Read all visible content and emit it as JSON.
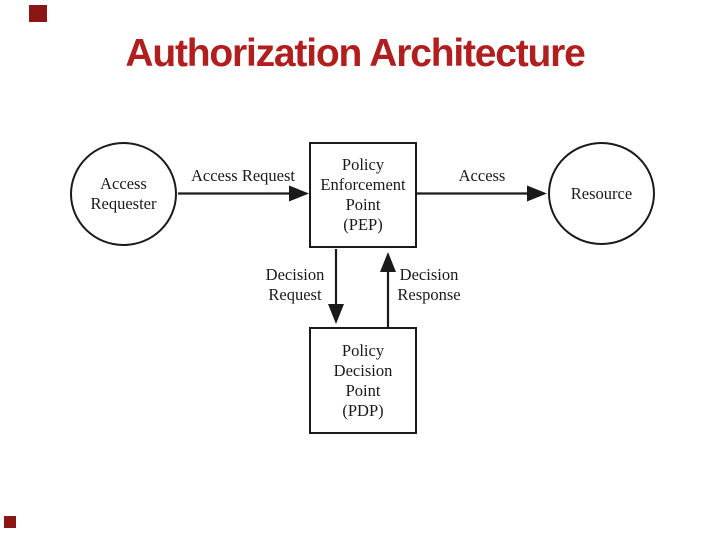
{
  "slide": {
    "title": "Authorization Architecture",
    "title_color": "#b01e1e",
    "accent_square_color": "#8c1616",
    "background_color": "#ffffff",
    "line_color": "#1a1a1a"
  },
  "diagram": {
    "nodes": {
      "access_requester": {
        "label": "Access\nRequester",
        "shape": "ellipse"
      },
      "pep": {
        "label": "Policy\nEnforcement\nPoint\n(PEP)",
        "shape": "rect"
      },
      "resource": {
        "label": "Resource",
        "shape": "ellipse"
      },
      "pdp": {
        "label": "Policy\nDecision\nPoint\n(PDP)",
        "shape": "rect"
      }
    },
    "edges": {
      "access_request": {
        "label": "Access Request",
        "from": "access_requester",
        "to": "pep",
        "direction": "right"
      },
      "access": {
        "label": "Access",
        "from": "pep",
        "to": "resource",
        "direction": "right"
      },
      "decision_request": {
        "label": "Decision\nRequest",
        "from": "pep",
        "to": "pdp",
        "direction": "down"
      },
      "decision_response": {
        "label": "Decision\nResponse",
        "from": "pdp",
        "to": "pep",
        "direction": "up"
      }
    }
  }
}
